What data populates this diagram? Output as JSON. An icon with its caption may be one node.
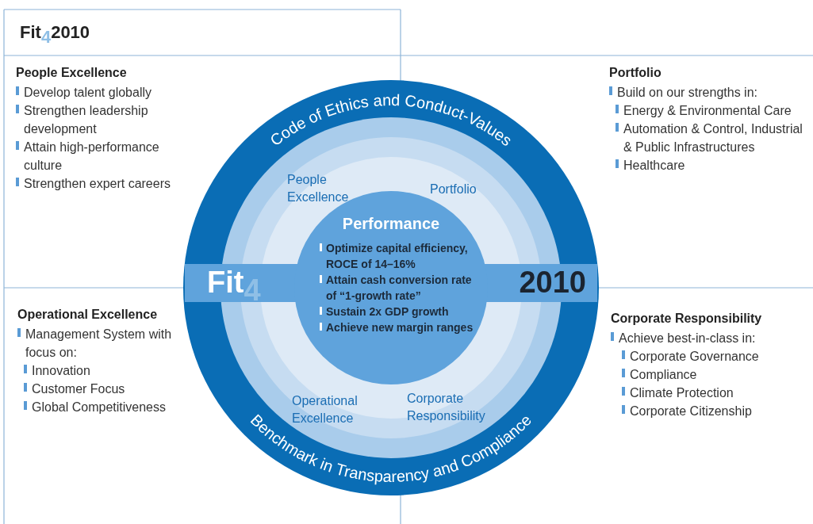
{
  "diagram": {
    "title": "Fit$_{4}$2010",
    "nodes": [
      {
        "text": [
          "Code of Ethics and Conduct-Values",
          "People Excellence",
          "Portfolio",
          "Operational Excellence",
          "Corporate Responsibility",
          "Benchmark in Transparency and Compliance"
        ]
      },
      {
        "text": [
          "Performance",
          "Optimize capital efficiency, ROCE of 14–16%",
          "Attain cash conversion rate of “1-growth rate”",
          "Sustain 2x GDP growth",
          "Achieve new margin ranges"
        ],
        "in": 0
      },
      {
        "text": [
          "Fit$_{4}$"
        ],
        "in": 0
      },
      {
        "text": [
          "2010"
        ],
        "in": 0
      },
      {
        "text": [
          "People Excellence",
          "Develop talent globally",
          "Strengthen leadership development",
          "Attain high-performance culture",
          "Strengthen expert careers"
        ]
      },
      {
        "text": [
          "Portfolio",
          "Build on our strengths in:",
          "Energy & Environmental Care",
          "Automation & Control, Industrial & Public Infrastructures",
          "Healthcare"
        ]
      },
      {
        "text": [
          "Operational Excellence",
          "Management System with focus on:",
          "Innovation",
          "Customer Focus",
          "Global Competitiveness"
        ]
      },
      {
        "text": [
          "Corporate Responsibility",
          "Achieve best-in-class in:",
          "Corporate Governance",
          "Compliance",
          "Climate Protection",
          "Corporate Citizenship"
        ]
      }
    ]
  }
}
